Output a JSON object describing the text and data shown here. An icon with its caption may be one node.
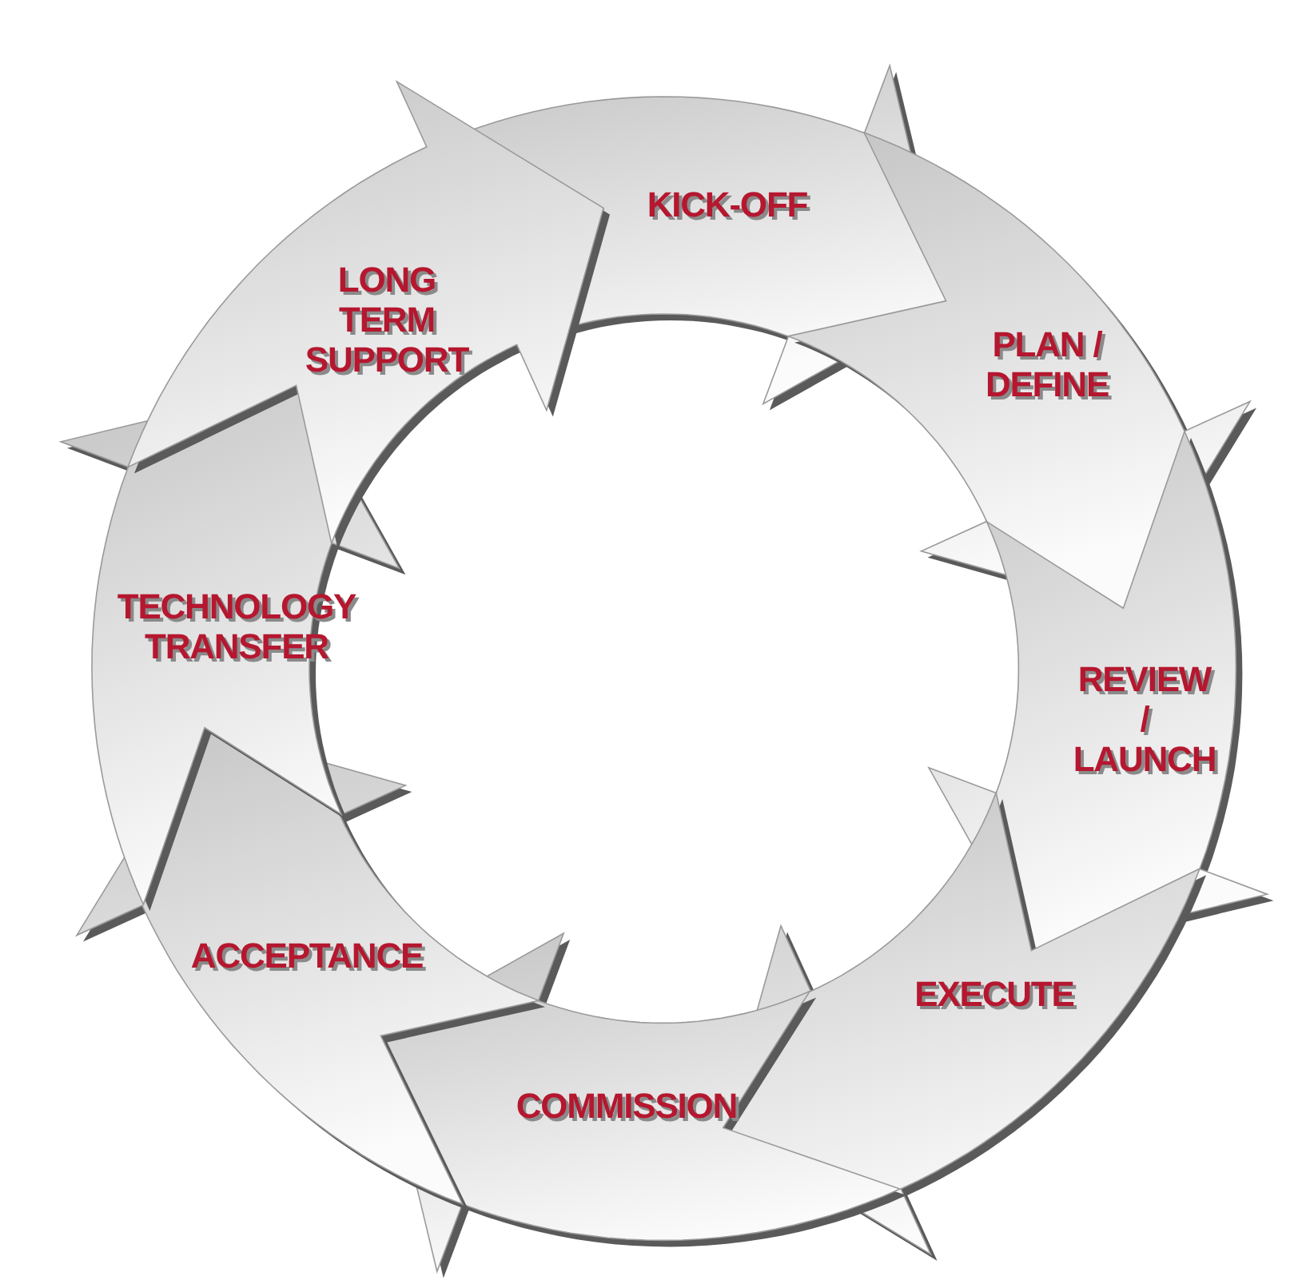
{
  "diagram": {
    "nodes": [
      {
        "text": [
          "KICK-OFF"
        ]
      },
      {
        "text": [
          "PLAN / DEFINE"
        ]
      },
      {
        "text": [
          "REVIEW / LAUNCH"
        ]
      },
      {
        "text": [
          "EXECUTE"
        ]
      },
      {
        "text": [
          "COMMISSION"
        ]
      },
      {
        "text": [
          "ACCEPTANCE"
        ]
      },
      {
        "text": [
          "TECHNOLOGY TRANSFER"
        ]
      },
      {
        "text": [
          "LONG TERM SUPPORT"
        ]
      }
    ]
  }
}
